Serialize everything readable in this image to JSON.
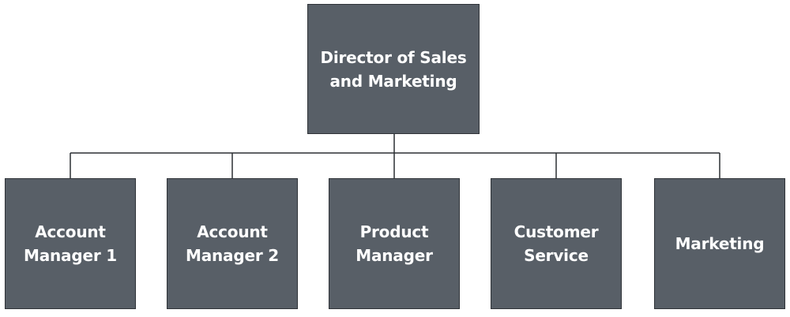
{
  "org_chart": {
    "root": {
      "label": "Director of Sales\nand Marketing"
    },
    "children": [
      {
        "label": "Account\nManager 1"
      },
      {
        "label": "Account\nManager 2"
      },
      {
        "label": "Product\nManager"
      },
      {
        "label": "Customer\nService"
      },
      {
        "label": "Marketing"
      }
    ]
  },
  "colors": {
    "node_fill": "#585f67",
    "node_border": "#2f3338",
    "text": "#ffffff",
    "connector": "#2b2f33"
  }
}
